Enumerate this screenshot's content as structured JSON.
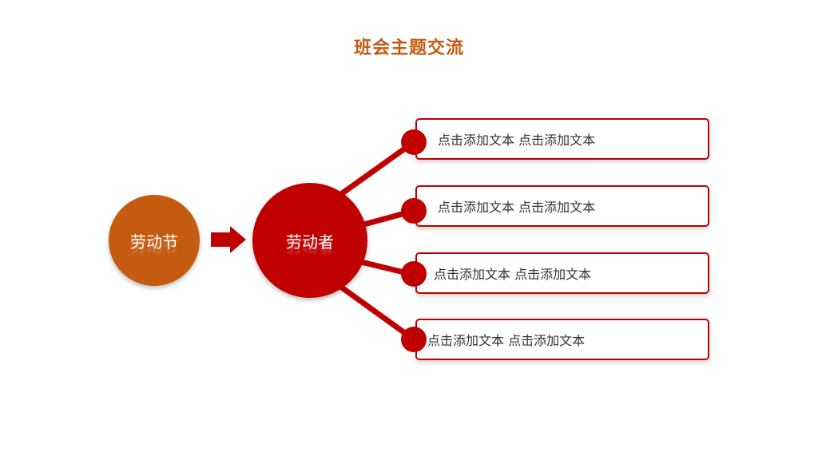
{
  "slide": {
    "title": "班会主题交流",
    "colors": {
      "title": "#C55A11",
      "orange": "#C55A11",
      "red": "#C00000",
      "text": "#333333"
    }
  },
  "diagram": {
    "source_node": {
      "label": "劳动节"
    },
    "hub_node": {
      "label": "劳动者"
    },
    "branches": [
      {
        "text": "点击添加文本 点击添加文本"
      },
      {
        "text": "点击添加文本 点击添加文本"
      },
      {
        "text": "点击添加文本 点击添加文本"
      },
      {
        "text": "点击添加文本 点击添加文本"
      }
    ]
  }
}
